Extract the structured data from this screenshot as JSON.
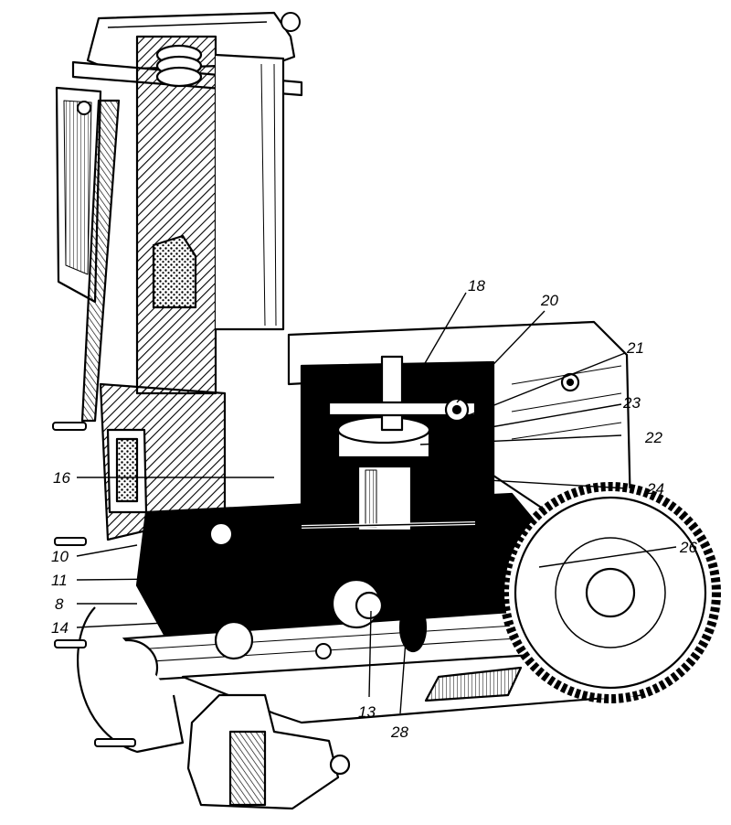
{
  "figure": {
    "style": "line-engraving",
    "ink_color": "#000000",
    "paper_color": "#ffffff",
    "callouts": [
      {
        "id": "c18",
        "label": "18"
      },
      {
        "id": "c20",
        "label": "20"
      },
      {
        "id": "c21",
        "label": "21"
      },
      {
        "id": "c23",
        "label": "23"
      },
      {
        "id": "c22",
        "label": "22"
      },
      {
        "id": "c24",
        "label": "24"
      },
      {
        "id": "c26",
        "label": "26"
      },
      {
        "id": "c16",
        "label": "16"
      },
      {
        "id": "c10",
        "label": "10"
      },
      {
        "id": "c11",
        "label": "11"
      },
      {
        "id": "c8",
        "label": "8"
      },
      {
        "id": "c14",
        "label": "14"
      },
      {
        "id": "c13",
        "label": "13"
      },
      {
        "id": "c28",
        "label": "28"
      }
    ]
  }
}
